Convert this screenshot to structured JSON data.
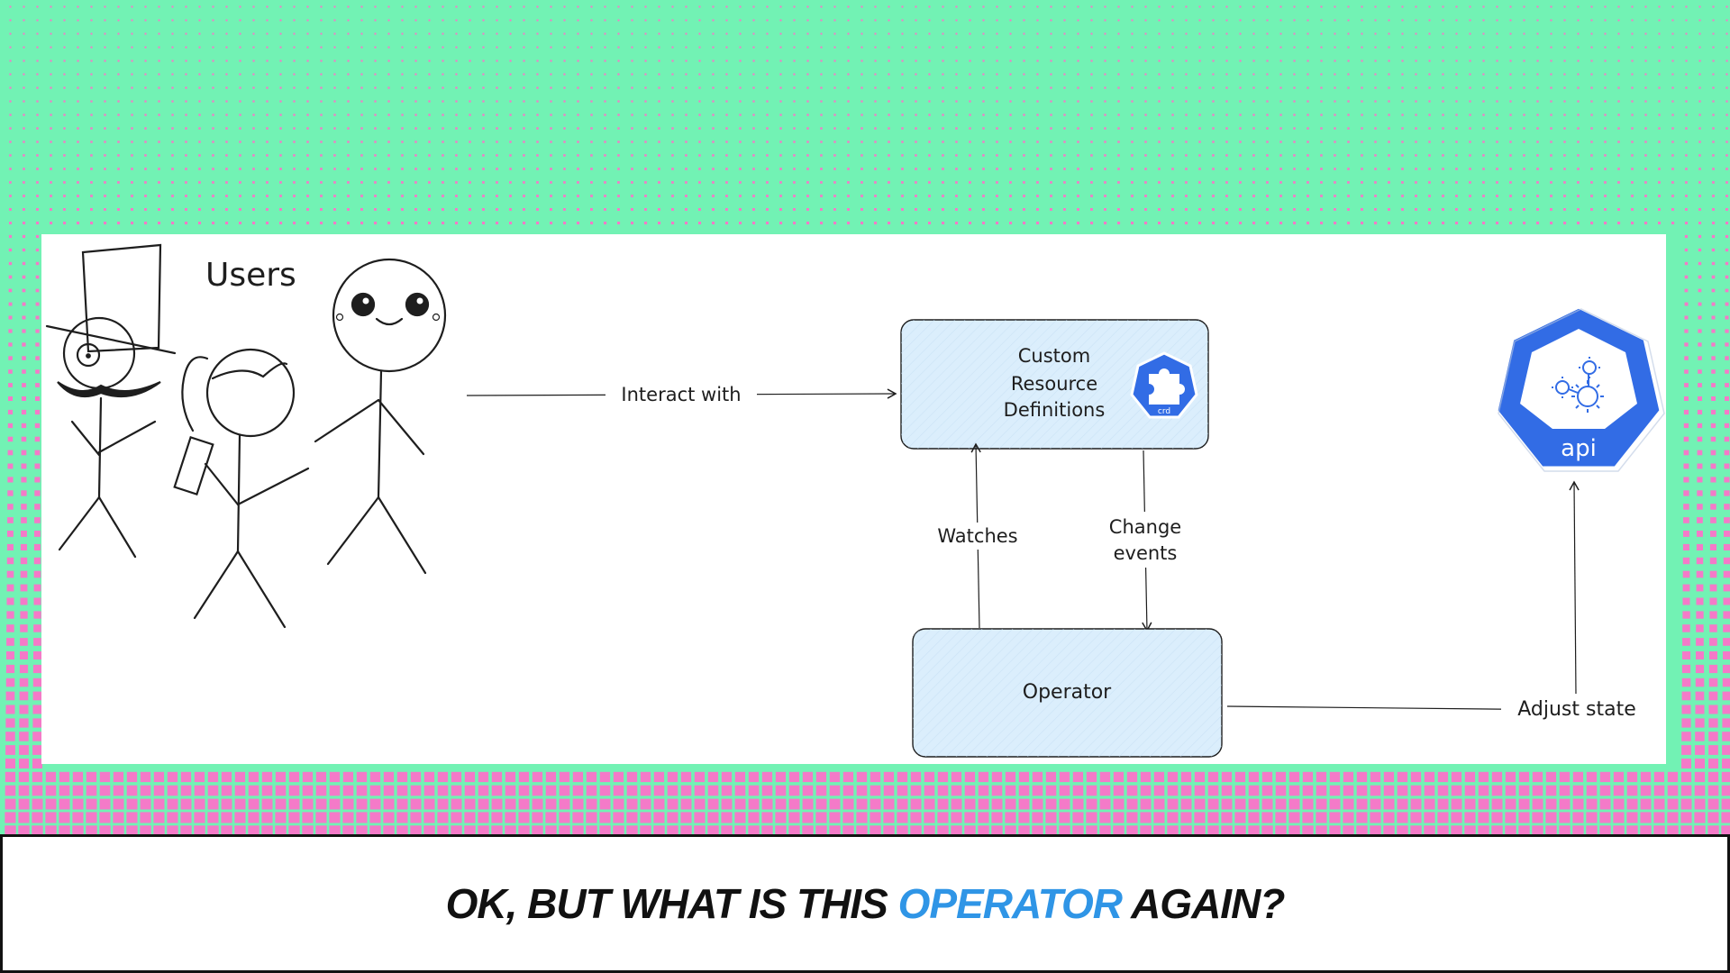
{
  "colors": {
    "background": "#72f2b4",
    "pattern": "#f47ac8",
    "box_fill": "#dbeefc",
    "k8s_blue": "#326ce5",
    "highlight": "#2f95e6"
  },
  "diagram": {
    "users_label": "Users",
    "interact_label": "Interact with",
    "crd_box_lines": [
      "Custom",
      "Resource",
      "Definitions"
    ],
    "crd_icon_label": "crd",
    "watches_label": "Watches",
    "change_events_lines": [
      "Change",
      "events"
    ],
    "operator_label": "Operator",
    "adjust_state_label": "Adjust state",
    "api_icon_label": "api"
  },
  "caption": {
    "before": "OK, BUT WHAT IS THIS ",
    "highlight": "OPERATOR",
    "after": " AGAIN?"
  }
}
